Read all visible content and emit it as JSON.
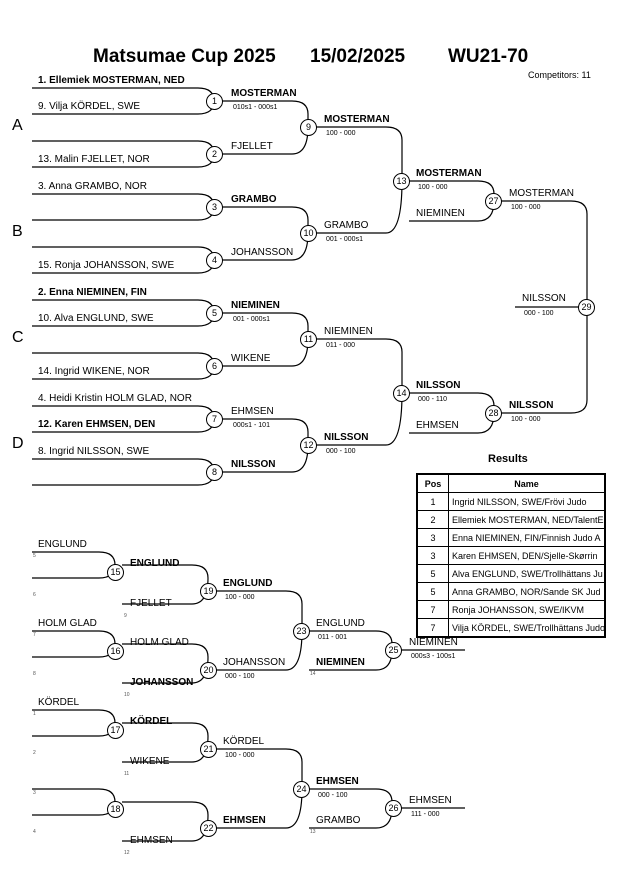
{
  "header": {
    "title": "Matsumae Cup 2025",
    "date": "15/02/2025",
    "category": "WU21-70",
    "competitors": "Competitors: 11"
  },
  "pools": [
    "A",
    "B",
    "C",
    "D"
  ],
  "entrants": [
    "1. Ellemiek MOSTERMAN, NED",
    "9. Vilja KÖRDEL, SWE",
    "13. Malin FJELLET, NOR",
    "3. Anna GRAMBO, NOR",
    "15. Ronja JOHANSSON, SWE",
    "2. Enna NIEMINEN, FIN",
    "10. Alva ENGLUND, SWE",
    "14. Ingrid WIKENE, NOR",
    "4. Heidi Kristin HOLM GLAD, NOR",
    "12. Karen EHMSEN, DEN",
    "8. Ingrid NILSSON, SWE"
  ],
  "main": {
    "r1": [
      "MOSTERMAN",
      "FJELLET",
      "GRAMBO",
      "JOHANSSON",
      "NIEMINEN",
      "WIKENE",
      "EHMSEN",
      "NILSSON"
    ],
    "r1_scores": [
      "010s1 - 000s1",
      "001 - 000s1",
      "000s1 - 101"
    ],
    "r2": [
      "MOSTERMAN",
      "GRAMBO",
      "NIEMINEN",
      "NILSSON"
    ],
    "r2_scores": [
      "100 - 000",
      "001 - 000s1",
      "011 - 000",
      "000 - 100"
    ],
    "r3": [
      "MOSTERMAN",
      "NIEMINEN",
      "NILSSON",
      "EHMSEN"
    ],
    "r3_scores": [
      "100 - 000",
      "000 - 110"
    ],
    "semi": [
      "MOSTERMAN",
      "NILSSON"
    ],
    "semi_scores": [
      "100 - 000",
      "100 - 000"
    ],
    "final": {
      "name": "NILSSON",
      "score": "000 - 100"
    }
  },
  "repechage": {
    "feeds": [
      "ENGLUND",
      "HOLM GLAD",
      "KÖRDEL"
    ],
    "r1": [
      "ENGLUND",
      "FJELLET",
      "HOLM GLAD",
      "JOHANSSON",
      "KÖRDEL",
      "WIKENE",
      "EHMSEN"
    ],
    "r2": [
      "ENGLUND",
      "JOHANSSON",
      "KÖRDEL",
      "EHMSEN"
    ],
    "r2_scores": [
      "100 - 000",
      "000 - 100",
      "100 - 000"
    ],
    "r3": [
      "ENGLUND",
      "NIEMINEN",
      "EHMSEN",
      "GRAMBO"
    ],
    "r3_scores": [
      "011 - 001",
      "000 - 100"
    ],
    "bronze": [
      "NIEMINEN",
      "EHMSEN"
    ],
    "bronze_scores": [
      "000s3 - 100s1",
      "111 - 000"
    ],
    "slots": [
      "5",
      "6",
      "7",
      "8",
      "9",
      "10",
      "1",
      "2",
      "11",
      "3",
      "4",
      "12",
      "14",
      "13"
    ]
  },
  "nodes": [
    "1",
    "2",
    "3",
    "4",
    "5",
    "6",
    "7",
    "8",
    "9",
    "10",
    "11",
    "12",
    "13",
    "14",
    "27",
    "28",
    "29",
    "15",
    "16",
    "17",
    "18",
    "19",
    "20",
    "21",
    "22",
    "23",
    "24",
    "25",
    "26"
  ],
  "results": {
    "title": "Results",
    "headers": [
      "Pos",
      "Name"
    ],
    "rows": [
      {
        "pos": "1",
        "name": "Ingrid NILSSON, SWE/Frövi Judo"
      },
      {
        "pos": "2",
        "name": "Ellemiek MOSTERMAN, NED/TalentE"
      },
      {
        "pos": "3",
        "name": "Enna NIEMINEN, FIN/Finnish Judo A"
      },
      {
        "pos": "3",
        "name": "Karen EHMSEN, DEN/Sjelle-Skørrin"
      },
      {
        "pos": "5",
        "name": "Alva ENGLUND, SWE/Trollhättans Ju"
      },
      {
        "pos": "5",
        "name": "Anna GRAMBO, NOR/Sande SK Jud"
      },
      {
        "pos": "7",
        "name": "Ronja JOHANSSON, SWE/IKVM"
      },
      {
        "pos": "7",
        "name": "Vilja KÖRDEL, SWE/Trollhättans Judo"
      }
    ]
  }
}
